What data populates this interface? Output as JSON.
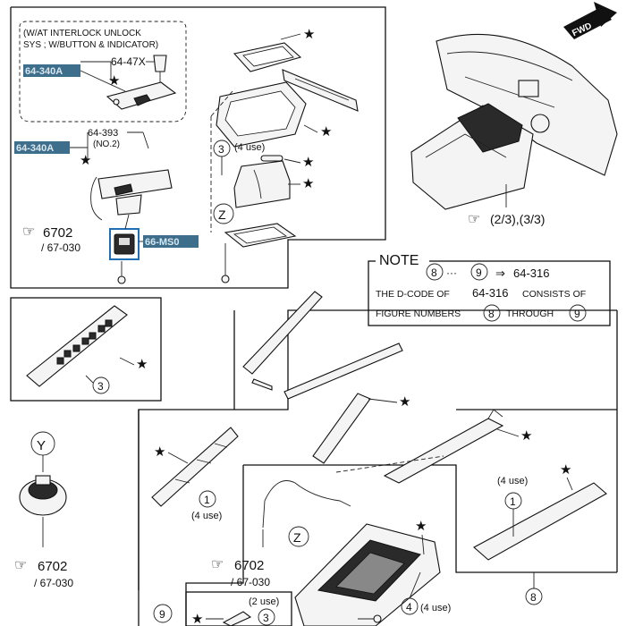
{
  "callouts": {
    "interlock_note": [
      "(W/AT INTERLOCK UNLOCK",
      "SYS ; W/BUTTON & INDICATOR)"
    ],
    "p64_47x": "64-47X",
    "p64_340a_top": "64-340A",
    "p64_340a_mid": "64-340A",
    "p64_393": "64-393",
    "p64_393_sub": "(NO.2)",
    "p66_ms0": "66-MS0",
    "ref_6702_left": "6702",
    "ref_67030_left": "/ 67-030",
    "ref_6702_y": "6702",
    "ref_67030_y": "/ 67-030",
    "ref_6702_z": "6702",
    "ref_67030_z": "/ 67-030",
    "ref_dash": "(2/3),(3/3)",
    "fwd": "FWD",
    "use4_a": "(4 use)",
    "use4_b": "(4 use)",
    "use4_c": "(4 use)",
    "use4_d": "(4 use)",
    "use2": "(2 use)",
    "star": "★"
  },
  "circles": {
    "c3_a": "3",
    "cz_a": "Z",
    "c3_b": "3",
    "cy": "Y",
    "c1_a": "1",
    "cz_b": "Z",
    "c1_b": "1",
    "c4": "4",
    "c8": "8",
    "c9": "9",
    "c3_c": "3"
  },
  "note": {
    "title": "NOTE",
    "range_from": "8",
    "range_dots": "···",
    "range_to": "9",
    "arrow": "⇒",
    "code": "64-316",
    "line2_pre": "THE D-CODE OF",
    "line2_code": "64-316",
    "line2_post": "CONSISTS OF",
    "line3_pre": "FIGURE NUMBERS",
    "line3_n1": "8",
    "line3_mid": "THROUGH",
    "line3_n2": "9"
  },
  "colors": {
    "highlight": "#3d6e8c",
    "highlight_box": "#1e6fb5"
  }
}
